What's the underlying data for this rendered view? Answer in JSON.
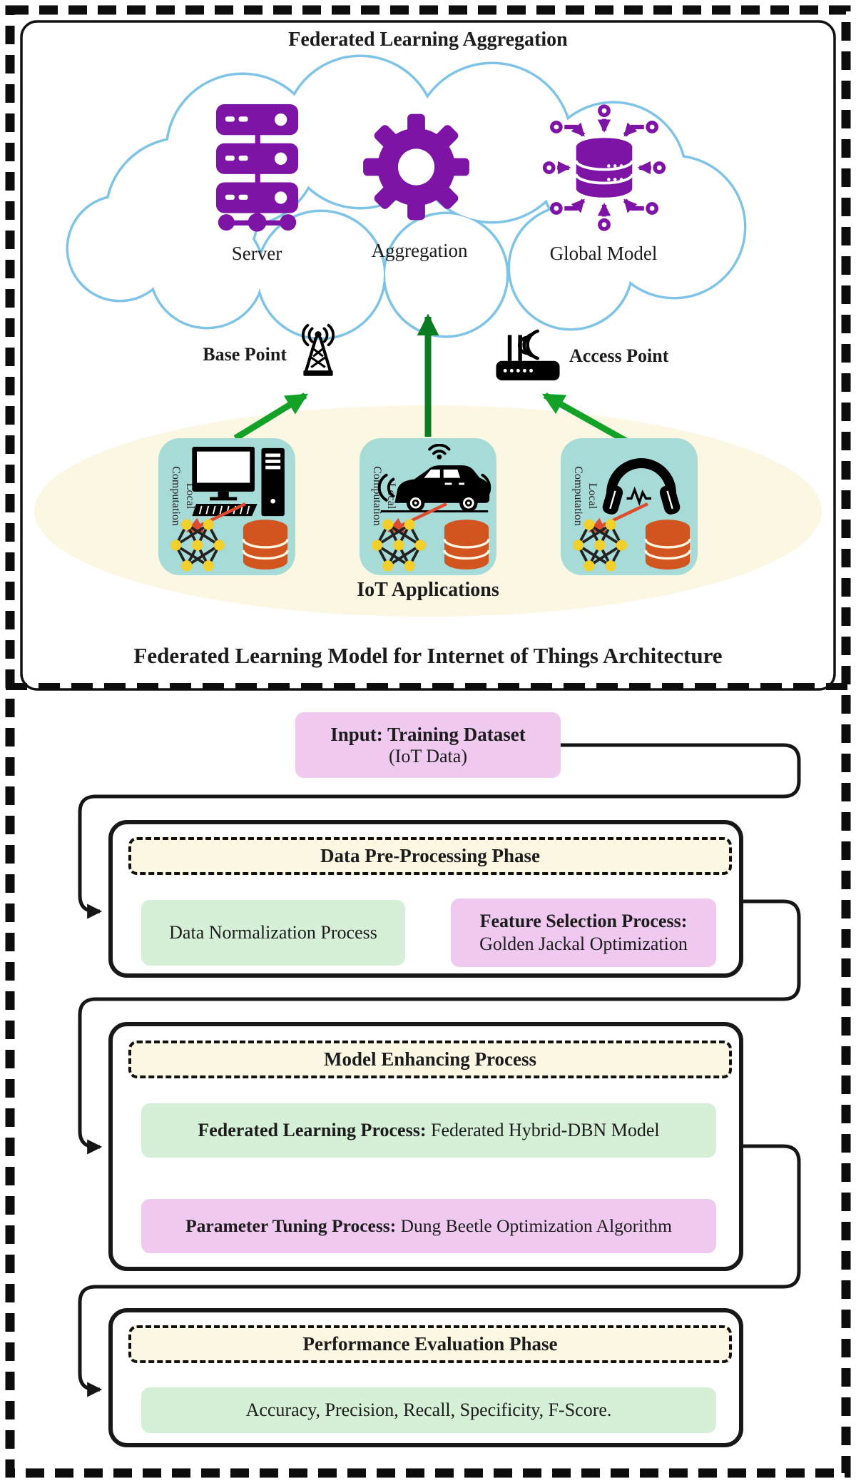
{
  "title": "Federated Learning Aggregation",
  "cloud": {
    "items": [
      {
        "icon": "server-icon",
        "label": "Server"
      },
      {
        "icon": "gear-icon",
        "label": "Aggregation"
      },
      {
        "icon": "global-model-icon",
        "label": "Global Model"
      }
    ]
  },
  "network": {
    "base_point": "Base Point",
    "access_point": "Access Point"
  },
  "devices": {
    "local_line1": "Local",
    "local_line2": "Computation",
    "items": [
      {
        "icon": "desktop-computer-icon"
      },
      {
        "icon": "smart-car-icon"
      },
      {
        "icon": "headphones-icon"
      }
    ]
  },
  "iot_label": "IoT Applications",
  "caption": "Federated Learning Model for Internet of Things Architecture",
  "flow": {
    "input": {
      "line1": "Input: Training Dataset",
      "line2": "(IoT Data)"
    },
    "phases": [
      {
        "header": "Data Pre-Processing Phase",
        "boxes": [
          {
            "text": "Data Normalization Process"
          },
          {
            "bold": "Feature Selection Process:",
            "rest": "Golden Jackal Optimization"
          }
        ]
      },
      {
        "header": "Model Enhancing Process",
        "boxes": [
          {
            "bold": "Federated Learning Process:",
            "rest": " Federated Hybrid-DBN Model"
          },
          {
            "bold": "Parameter Tuning Process:",
            "rest": " Dung Beetle Optimization Algorithm"
          }
        ]
      },
      {
        "header": "Performance Evaluation Phase",
        "boxes": [
          {
            "text": "Accuracy, Precision, Recall, Specificity, F-Score."
          }
        ]
      }
    ]
  },
  "colors": {
    "purple": "#7D14A5",
    "cloud_blue": "#7FC4E6",
    "teal": "#A7DBD8",
    "cream_ellipse": "#FBF7E3",
    "header_cream": "#FBF7E2",
    "pink": "#EFC9F0",
    "green_box": "#D5F0D6",
    "orange_db": "#D2541E",
    "node_yellow": "#F2CF2B",
    "red_arrow": "#DE4B2F",
    "green_arrow": "#13A227",
    "dark_green_arrow": "#0A7D20"
  }
}
